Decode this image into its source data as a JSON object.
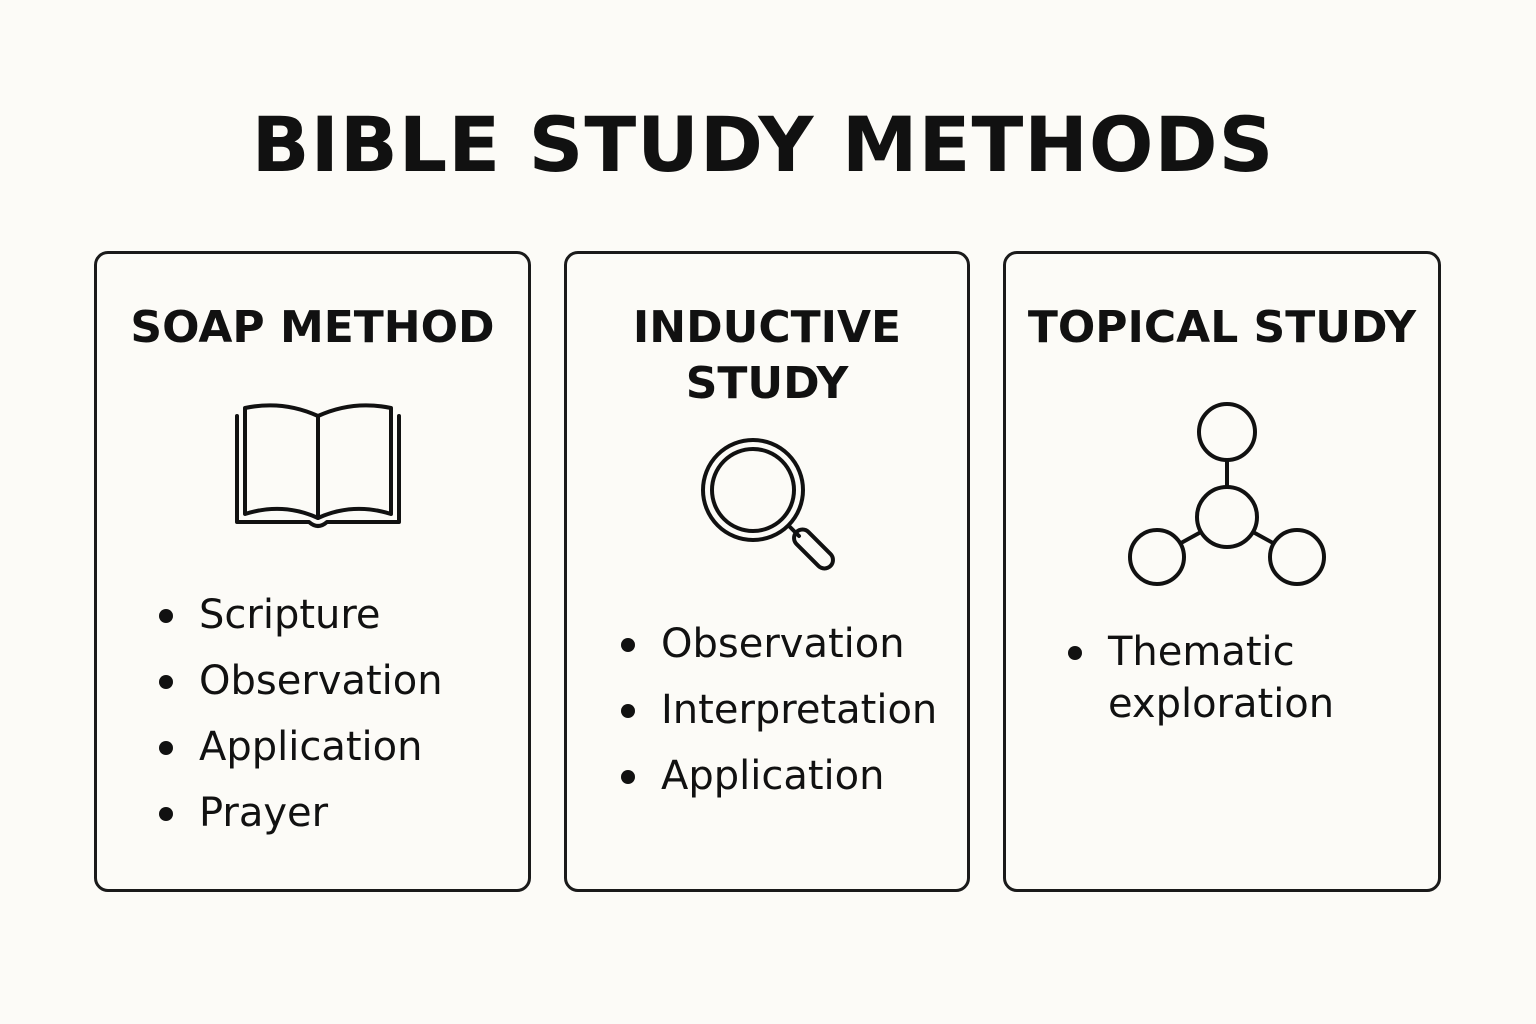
{
  "title": "BIBLE STUDY METHODS",
  "colors": {
    "background": "#fcfbf7",
    "ink": "#111111"
  },
  "cards": [
    {
      "title": "SOAP METHOD",
      "icon": "open-book-icon",
      "items": [
        "Scripture",
        "Observation",
        "Application",
        "Prayer"
      ]
    },
    {
      "title_lines": [
        "INDUCTIVE",
        "STUDY"
      ],
      "icon": "magnifying-glass-icon",
      "items": [
        "Observation",
        "Interpretation",
        "Application"
      ]
    },
    {
      "title": "TOPICAL STUDY",
      "icon": "network-nodes-icon",
      "items": [
        "Thematic exploration"
      ]
    }
  ]
}
